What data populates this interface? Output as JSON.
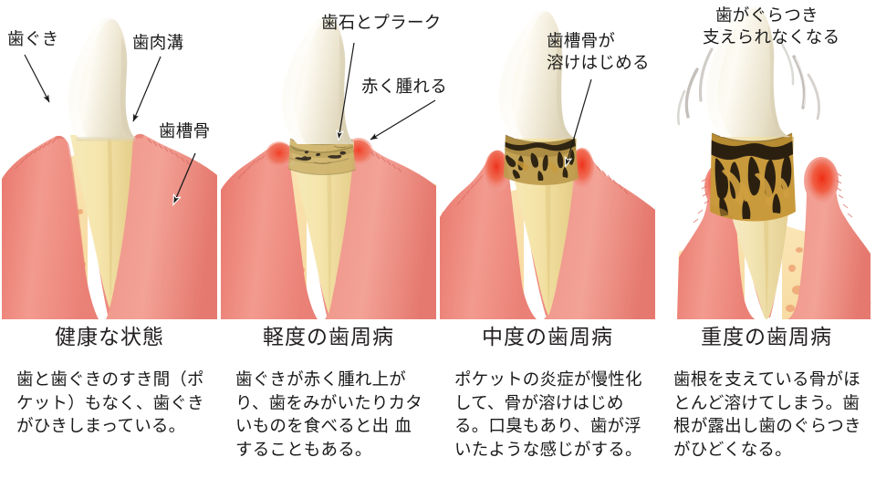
{
  "figure": {
    "subject": "periodontal-disease-progression",
    "panel_count": 4
  },
  "colors": {
    "background": "#ffffff",
    "crown_light": "#fdfaf0",
    "crown_shade": "#e2dbc6",
    "root_yellow": "#f3e3a8",
    "root_shade": "#e4cf8d",
    "gum_pink": "#ef8d83",
    "gum_pink_light": "#f5ada2",
    "gum_deep": "#e2736b",
    "gum_inflamed": "#ef3d2a",
    "bone_cream": "#f8dfa9",
    "bone_trabecula": "#f0ab7a",
    "tartar_light": "#cbb069",
    "tartar_dark": "#4a3a20",
    "calculus_gold": "#c89a3c",
    "calculus_black": "#352718",
    "text": "#1a1a1a",
    "arrow": "#1a1a1a",
    "wobble": "#b9b4ad"
  },
  "panels": [
    {
      "id": "healthy",
      "title": "健康な状態",
      "body": "歯と歯ぐきのすき間（ポケット）もなく、歯ぐきがひきしまっている。",
      "annotations": [
        {
          "name": "gums",
          "text": "歯ぐき"
        },
        {
          "name": "gingival-sulcus",
          "text": "歯肉溝"
        },
        {
          "name": "alveolar-bone",
          "text": "歯槽骨"
        }
      ]
    },
    {
      "id": "mild",
      "title": "軽度の歯周病",
      "body": "歯ぐきが赤く腫れ上がり、歯をみがいたりカタいものを食べると出 血することもある。",
      "annotations": [
        {
          "name": "tartar-and-plaque",
          "text": "歯石とプラーク"
        },
        {
          "name": "red-swelling",
          "text": "赤く腫れる"
        }
      ]
    },
    {
      "id": "moderate",
      "title": "中度の歯周病",
      "body": "ポケットの炎症が慢性化して、骨が溶けはじめる。口臭もあり、歯が浮いたような感じがする。",
      "annotations": [
        {
          "name": "alveolar-bone-dissolving",
          "line1": "歯槽骨が",
          "line2": "溶けはじめる"
        }
      ]
    },
    {
      "id": "severe",
      "title": "重度の歯周病",
      "body": "歯根を支えている骨がほとんど溶けてしまう。歯根が露出し歯のぐらつきがひどくなる。",
      "annotations": [
        {
          "name": "tooth-loosening",
          "line1": "歯がぐらつき",
          "line2": "支えられなくなる"
        }
      ]
    }
  ]
}
